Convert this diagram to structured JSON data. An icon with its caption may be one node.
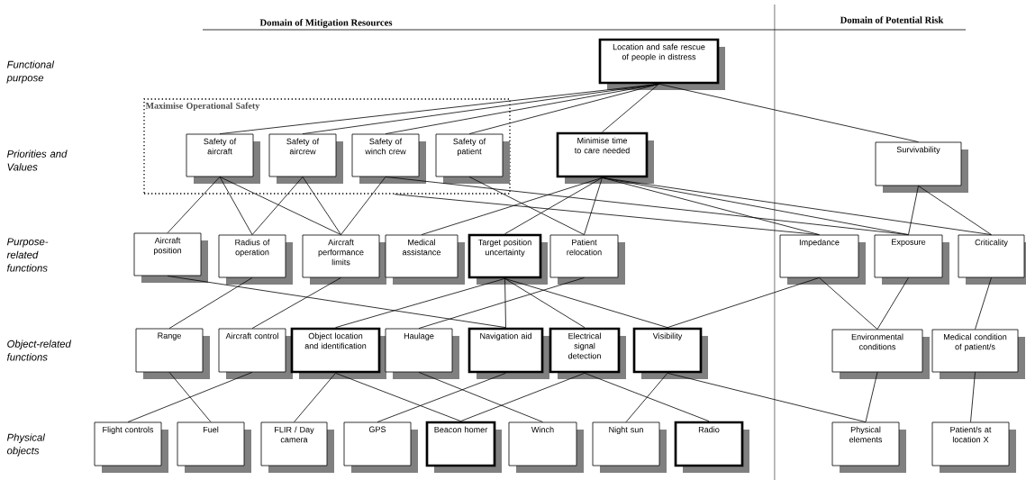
{
  "diagram": {
    "nodes": [
      {
        "text": [
          "Location and safe rescue of people in distress"
        ]
      },
      {
        "text": [
          "Maximise Operational Safety"
        ]
      },
      {
        "text": [
          "Safety of aircraft"
        ],
        "in": 1
      },
      {
        "text": [
          "Safety of aircrew"
        ],
        "in": 1
      },
      {
        "text": [
          "Safety of winch crew"
        ],
        "in": 1
      },
      {
        "text": [
          "Safety of patient"
        ],
        "in": 1
      },
      {
        "text": [
          "Minimise time to care needed"
        ]
      },
      {
        "text": [
          "Survivability"
        ]
      },
      {
        "text": [
          "Aircraft position"
        ]
      },
      {
        "text": [
          "Radius of operation"
        ]
      },
      {
        "text": [
          "Aircraft performance limits"
        ]
      },
      {
        "text": [
          "Medical assistance"
        ]
      },
      {
        "text": [
          "Target position uncertainty"
        ]
      },
      {
        "text": [
          "Patient relocation"
        ]
      },
      {
        "text": [
          "Impedance"
        ]
      },
      {
        "text": [
          "Exposure"
        ]
      },
      {
        "text": [
          "Criticality"
        ]
      },
      {
        "text": [
          "Range"
        ]
      },
      {
        "text": [
          "Aircraft control"
        ]
      },
      {
        "text": [
          "Object location and identification"
        ]
      },
      {
        "text": [
          "Haulage"
        ]
      },
      {
        "text": [
          "Navigation aid"
        ]
      },
      {
        "text": [
          "Electrical signal detection"
        ]
      },
      {
        "text": [
          "Visibility"
        ]
      },
      {
        "text": [
          "Environmental conditions"
        ]
      },
      {
        "text": [
          "Medical condition of patient/s"
        ]
      },
      {
        "text": [
          "Flight controls"
        ]
      },
      {
        "text": [
          "Fuel"
        ]
      },
      {
        "text": [
          "FLIR / Day camera"
        ]
      },
      {
        "text": [
          "GPS"
        ]
      },
      {
        "text": [
          "Beacon homer"
        ]
      },
      {
        "text": [
          "Winch"
        ]
      },
      {
        "text": [
          "Night sun"
        ]
      },
      {
        "text": [
          "Radio"
        ]
      },
      {
        "text": [
          "Physical elements"
        ]
      },
      {
        "text": [
          "Patient/s at location X"
        ]
      }
    ],
    "edges": [
      {
        "from": 0,
        "to": 2,
        "arrow": "none"
      },
      {
        "from": 0,
        "to": 3,
        "arrow": "none"
      },
      {
        "from": 0,
        "to": 4,
        "arrow": "none"
      },
      {
        "from": 0,
        "to": 5,
        "arrow": "none"
      },
      {
        "from": 0,
        "to": 6,
        "arrow": "none"
      },
      {
        "from": 0,
        "to": 7,
        "arrow": "none"
      },
      {
        "from": 2,
        "to": 8,
        "arrow": "none"
      },
      {
        "from": 2,
        "to": 9,
        "arrow": "none"
      },
      {
        "from": 2,
        "to": 10,
        "arrow": "none"
      },
      {
        "from": 3,
        "to": 9,
        "arrow": "none"
      },
      {
        "from": 3,
        "to": 10,
        "arrow": "none"
      },
      {
        "from": 4,
        "to": 10,
        "arrow": "none"
      },
      {
        "from": 4,
        "to": 15,
        "arrow": "none"
      },
      {
        "from": 1,
        "to": 14,
        "arrow": "none"
      },
      {
        "from": 5,
        "to": 13,
        "arrow": "none"
      },
      {
        "from": 6,
        "to": 11,
        "arrow": "none"
      },
      {
        "from": 6,
        "to": 12,
        "arrow": "none"
      },
      {
        "from": 6,
        "to": 13,
        "arrow": "none"
      },
      {
        "from": 6,
        "to": 14,
        "arrow": "none"
      },
      {
        "from": 6,
        "to": 15,
        "arrow": "none"
      },
      {
        "from": 6,
        "to": 16,
        "arrow": "none"
      },
      {
        "from": 7,
        "to": 15,
        "arrow": "none"
      },
      {
        "from": 7,
        "to": 16,
        "arrow": "none"
      },
      {
        "from": 8,
        "to": 21,
        "arrow": "none"
      },
      {
        "from": 9,
        "to": 17,
        "arrow": "none"
      },
      {
        "from": 10,
        "to": 18,
        "arrow": "none"
      },
      {
        "from": 12,
        "to": 19,
        "arrow": "none"
      },
      {
        "from": 12,
        "to": 21,
        "arrow": "none"
      },
      {
        "from": 12,
        "to": 22,
        "arrow": "none"
      },
      {
        "from": 12,
        "to": 23,
        "arrow": "none"
      },
      {
        "from": 13,
        "to": 20,
        "arrow": "none"
      },
      {
        "from": 14,
        "to": 23,
        "arrow": "none"
      },
      {
        "from": 14,
        "to": 24,
        "arrow": "none"
      },
      {
        "from": 15,
        "to": 24,
        "arrow": "none"
      },
      {
        "from": 16,
        "to": 25,
        "arrow": "none"
      },
      {
        "from": 17,
        "to": 27,
        "arrow": "none"
      },
      {
        "from": 18,
        "to": 26,
        "arrow": "none"
      },
      {
        "from": 19,
        "to": 28,
        "arrow": "none"
      },
      {
        "from": 19,
        "to": 30,
        "arrow": "none"
      },
      {
        "from": 20,
        "to": 31,
        "arrow": "none"
      },
      {
        "from": 21,
        "to": 29,
        "arrow": "none"
      },
      {
        "from": 22,
        "to": 30,
        "arrow": "none"
      },
      {
        "from": 22,
        "to": 33,
        "arrow": "none"
      },
      {
        "from": 23,
        "to": 32,
        "arrow": "none"
      },
      {
        "from": 23,
        "to": 34,
        "arrow": "none"
      },
      {
        "from": 24,
        "to": 34,
        "arrow": "none"
      },
      {
        "from": 25,
        "to": 35,
        "arrow": "none"
      }
    ],
    "labels": [
      "Domain of Mitigation Resources",
      "Domain of Potential Risk",
      "Functional purpose",
      "Priorities and Values",
      "Purpose-related functions",
      "Object-related functions",
      "Physical objects"
    ]
  }
}
